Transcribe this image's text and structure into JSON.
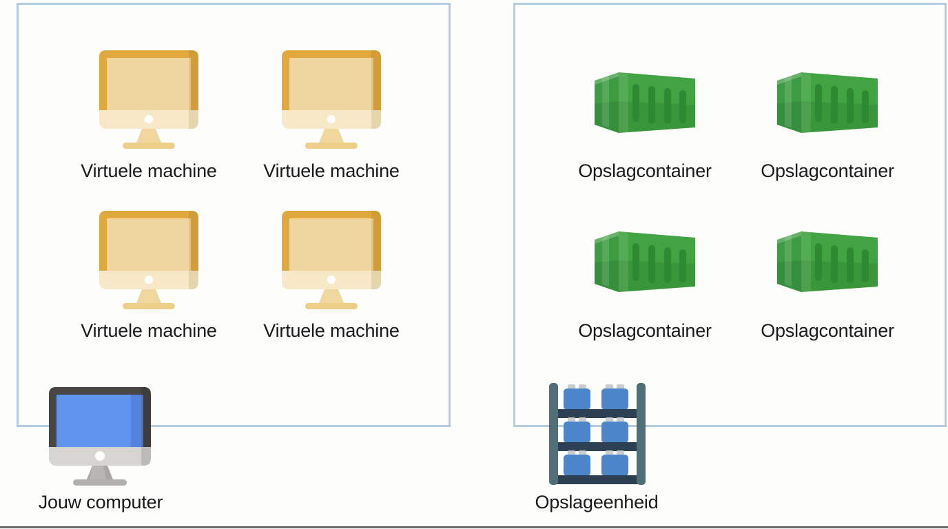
{
  "diagram": {
    "left_box": {
      "items": [
        {
          "label": "Virtuele machine",
          "icon": "virtual-machine-icon"
        },
        {
          "label": "Virtuele machine",
          "icon": "virtual-machine-icon"
        },
        {
          "label": "Virtuele machine",
          "icon": "virtual-machine-icon"
        },
        {
          "label": "Virtuele machine",
          "icon": "virtual-machine-icon"
        }
      ],
      "footer": {
        "label": "Jouw computer",
        "icon": "desktop-computer-icon"
      }
    },
    "right_box": {
      "items": [
        {
          "label": "Opslagcontainer",
          "icon": "storage-container-icon"
        },
        {
          "label": "Opslagcontainer",
          "icon": "storage-container-icon"
        },
        {
          "label": "Opslagcontainer",
          "icon": "storage-container-icon"
        },
        {
          "label": "Opslagcontainer",
          "icon": "storage-container-icon"
        }
      ],
      "footer": {
        "label": "Opslageenheid",
        "icon": "storage-rack-icon"
      }
    }
  },
  "colors": {
    "background": "#fdfdfc",
    "box-border": "#b2cce6",
    "label-text": "#1a1a1a",
    "bottom-line": "#4a4a4a",
    "vm-bezel": "#e1a83d",
    "vm-screen": "#efd6a1",
    "vm-chin": "#f7e9c8",
    "vm-stand": "#f0d79e",
    "vm-base": "#ecce87",
    "pc-bezel": "#474645",
    "pc-screen": "#6094ee",
    "pc-chin": "#d7d5d2",
    "pc-stand": "#a9a7a5",
    "pc-base": "#b2b0ae",
    "container-face": "#41a341",
    "container-side": "#3d9b42",
    "container-slot": "#2e8933",
    "rack-post": "#4f6e76",
    "rack-shelf": "#2d3f52",
    "rack-box": "#4a86c8",
    "rack-tab": "#c9ccd0"
  }
}
